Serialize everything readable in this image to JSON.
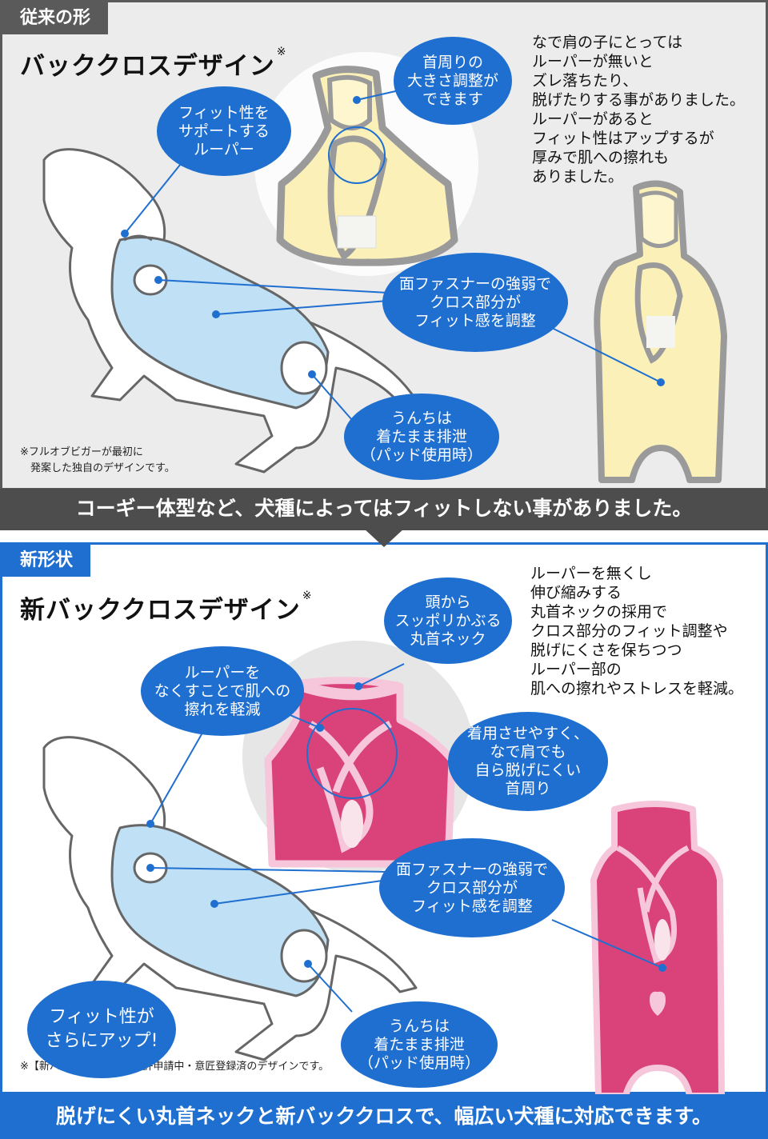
{
  "old": {
    "tag": "従来の形",
    "title": "バッククロスデザイン",
    "title_mark": "※",
    "description": "なで肩の子にとっては\nルーパーが無いと\nズレ落ちたり、\n脱げたりする事がありました。\nルーパーがあると\nフィット性はアップするが\n厚みで肌への擦れも\nありました。",
    "bubbles": {
      "neck": "首周りの\n大きさ調整が\nできます",
      "fit": "フィット性を\nサポートする\nルーパー",
      "velcro": "面ファスナーの強弱で\nクロス部分が\nフィット感を調整",
      "toilet": "うんちは\n着たまま排泄\n（パッド使用時）"
    },
    "note": "※フルオブビガーが最初に\n　発案した独自のデザインです。",
    "banner": "コーギー体型など、犬種によってはフィットしない事がありました。"
  },
  "new": {
    "tag": "新形状",
    "title": "新バッククロスデザイン",
    "title_mark": "※",
    "description": "ルーパーを無くし\n伸び縮みする\n丸首ネックの採用で\nクロス部分のフィット調整や\n脱げにくさを保ちつつ\nルーパー部の\n肌への擦れやストレスを軽減。",
    "bubbles": {
      "head": "頭から\nスッポリかぶる\n丸首ネック",
      "looper": "ルーパーを\nなくすことで肌への\n擦れを軽減",
      "easy": "着用させやすく、\nなで肩でも\n自ら脱げにくい\n首周り",
      "velcro": "面ファスナーの強弱で\nクロス部分が\nフィット感を調整",
      "fitup": "フィット性が\nさらにアップ!",
      "toilet": "うんちは\n着たまま排泄\n（パッド使用時）"
    },
    "note": "※【新バッククロス】は特許申請中・意匠登録済のデザインです。",
    "banner": "脱げにくい丸首ネックと新バッククロスで、幅広い犬種に対応できます。"
  },
  "colors": {
    "accent_blue": "#1f6fd0",
    "old_gray": "#5a5a5a",
    "garment_yellow": "#fbf1b8",
    "garment_pink": "#d9437a",
    "dog_suit_blue": "#bfe0f5"
  }
}
